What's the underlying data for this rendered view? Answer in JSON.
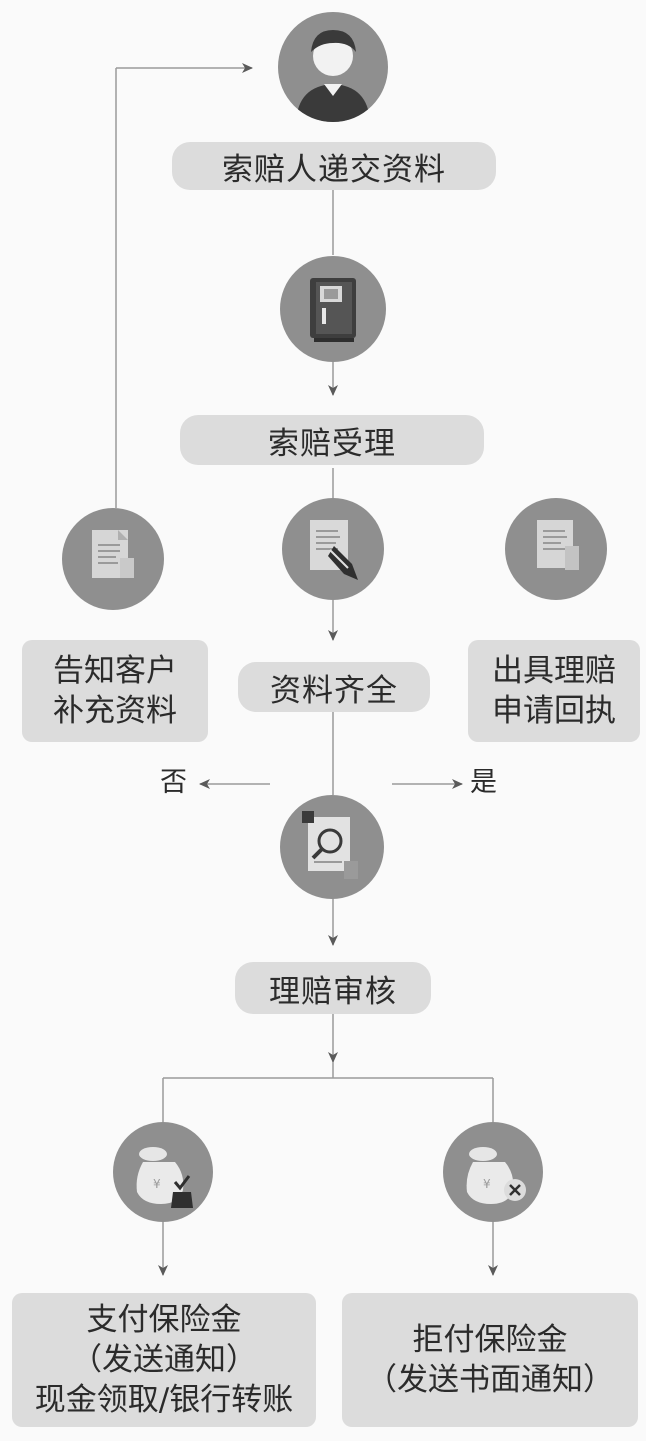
{
  "nodes": {
    "submit": "索赔人递交资料",
    "accept": "索赔受理",
    "notify": [
      "告知客户",
      "补充资料"
    ],
    "complete": "资料齐全",
    "receipt": [
      "出具理赔",
      "申请回执"
    ],
    "review": "理赔审核",
    "pay": [
      "支付保险金",
      "（发送通知）",
      "现金领取/银行转账"
    ],
    "refuse": [
      "拒付保险金",
      "（发送书面通知）"
    ]
  },
  "branches": {
    "no": "否",
    "yes": "是"
  },
  "icons": {
    "person": "person-icon",
    "document": "document-icon",
    "notify_doc": "notify-document-icon",
    "check_doc": "check-document-icon",
    "receipt_doc": "receipt-document-icon",
    "magnifier": "magnifier-document-icon",
    "money_approve": "money-bag-check-icon",
    "money_reject": "money-bag-cross-icon"
  },
  "colors": {
    "circle": "#8f8f8f",
    "box": "#dcdcdc",
    "line": "#9a9a9a",
    "arrow": "#5a5a5a"
  }
}
